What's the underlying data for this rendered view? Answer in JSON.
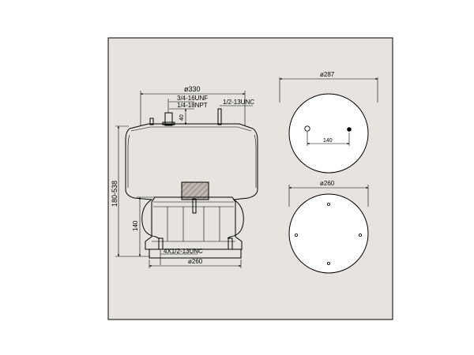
{
  "colors": {
    "background": "#ffffff",
    "frame": "#000000",
    "panel": "#e7e4e0",
    "line": "#000000"
  },
  "side_view": {
    "top_width_label": "ø330",
    "thread_label_1": "3/4-16UNF",
    "thread_label_2": "1/4-18NPT",
    "thread_label_3": "1/2-13UNC",
    "stud_height_label": "40",
    "height_range_label": "180-538",
    "piston_height_label": "140",
    "bottom_thread_label": "4X1/2-13UNC",
    "bottom_width_label": "ø260"
  },
  "top_view": {
    "diameter_label": "ø287",
    "spacing_label": "140"
  },
  "bottom_view": {
    "diameter_label": "ø260"
  }
}
